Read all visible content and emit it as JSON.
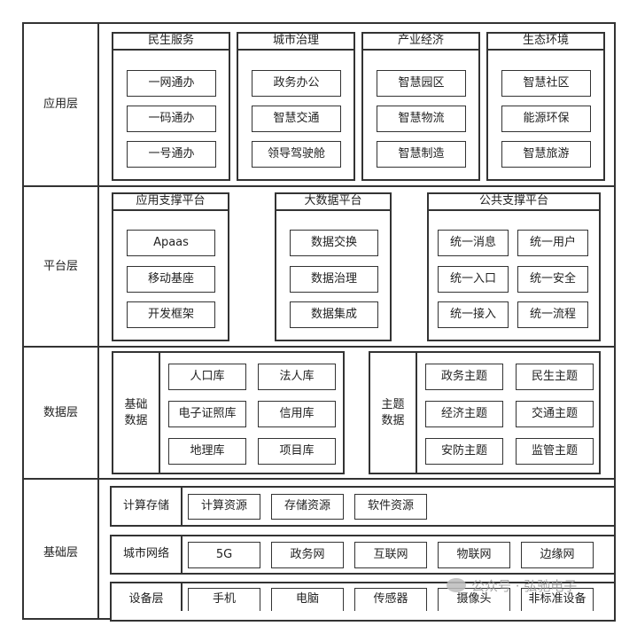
{
  "layers": [
    {
      "name": "应用层"
    },
    {
      "name": "平台层"
    },
    {
      "name": "数据层"
    },
    {
      "name": "基础层"
    }
  ],
  "app": [
    {
      "title": "民生服务",
      "items": [
        "一网通办",
        "一码通办",
        "一号通办"
      ]
    },
    {
      "title": "城市治理",
      "items": [
        "政务办公",
        "智慧交通",
        "领导驾驶舱"
      ]
    },
    {
      "title": "产业经济",
      "items": [
        "智慧园区",
        "智慧物流",
        "智慧制造"
      ]
    },
    {
      "title": "生态环境",
      "items": [
        "智慧社区",
        "能源环保",
        "智慧旅游"
      ]
    }
  ],
  "platform": [
    {
      "title": "应用支撑平台",
      "items": [
        "Apaas",
        "移动基座",
        "开发框架"
      ]
    },
    {
      "title": "大数据平台",
      "items": [
        "数据交换",
        "数据治理",
        "数据集成"
      ]
    },
    {
      "title": "公共支撑平台",
      "items": [
        "统一消息",
        "统一用户",
        "统一入口",
        "统一安全",
        "统一接入",
        "统一流程"
      ]
    }
  ],
  "data": [
    {
      "label_line1": "基础",
      "label_line2": "数据",
      "items": [
        "人口库",
        "法人库",
        "电子证照库",
        "信用库",
        "地理库",
        "项目库"
      ]
    },
    {
      "label_line1": "主题",
      "label_line2": "数据",
      "items": [
        "政务主题",
        "民生主题",
        "经济主题",
        "交通主题",
        "安防主题",
        "监管主题"
      ]
    }
  ],
  "infra": [
    {
      "label": "计算存储",
      "items": [
        "计算资源",
        "存储资源",
        "软件资源"
      ]
    },
    {
      "label": "城市网络",
      "items": [
        "5G",
        "政务网",
        "互联网",
        "物联网",
        "边缘网"
      ]
    },
    {
      "label": "设备层",
      "items": [
        "手机",
        "电脑",
        "传感器",
        "摄像头",
        "非标准设备"
      ]
    }
  ],
  "watermark": {
    "text": "公众号 · 弘驰电子"
  }
}
